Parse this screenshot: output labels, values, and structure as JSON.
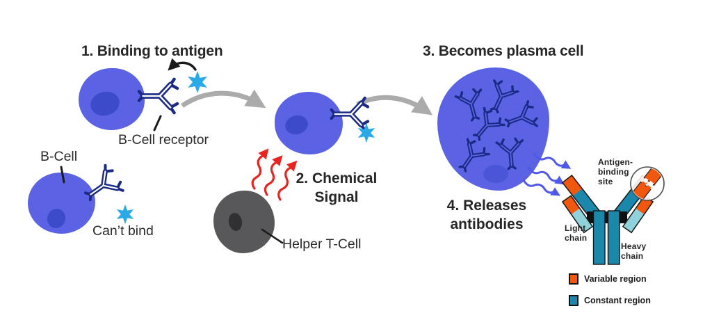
{
  "steps": {
    "step1": "1. Binding to antigen",
    "step2_line1": "2. Chemical",
    "step2_line2": "Signal",
    "step3": "3. Becomes plasma cell",
    "step4_line1": "4. Releases",
    "step4_line2": "antibodies"
  },
  "labels": {
    "b_cell": "B-Cell",
    "b_cell_receptor": "B-Cell receptor",
    "cant_bind": "Can’t bind",
    "helper_t_cell": "Helper T-Cell"
  },
  "antibody": {
    "antigen_binding_line1": "Antigen-",
    "antigen_binding_line2": "binding",
    "antigen_binding_line3": "site",
    "light_chain_line1": "Light",
    "light_chain_line2": "chain",
    "heavy_chain_line1": "Heavy",
    "heavy_chain_line2": "chain",
    "legend": {
      "variable": {
        "label": "Variable region",
        "color": "#f2570e"
      },
      "constant": {
        "label": "Constant region",
        "color": "#1b87aa"
      }
    }
  },
  "colors": {
    "cell_blue": "#5b63e4",
    "nucleus_blue": "#3b4bc9",
    "plasma_nucleus_blue": "#4a55d8",
    "antibody_navy": "#1b2a85",
    "antigen_cyan": "#2aa9e8",
    "signal_red": "#e9231f",
    "released_wave_blue": "#4f58e8",
    "arrow_gray": "#ababab",
    "t_cell_gray": "#58585a",
    "t_cell_nucleus": "#303032",
    "heavy_chain_teal": "#1b87aa",
    "light_chain_teal": "#8fd2da",
    "variable_orange": "#f2570e",
    "hinge_black": "#111111"
  }
}
